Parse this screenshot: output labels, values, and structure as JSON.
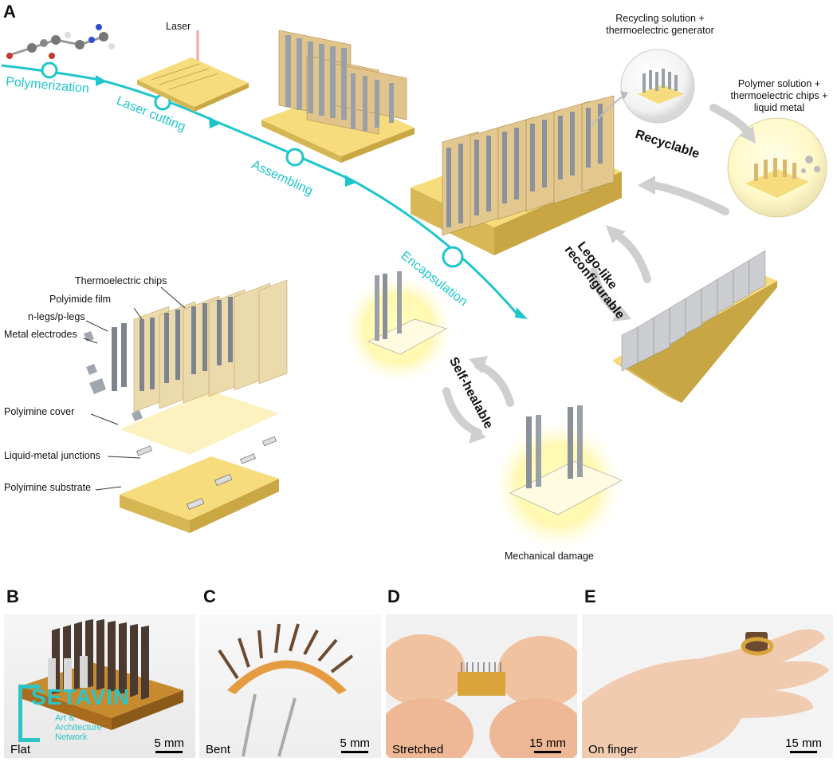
{
  "panels": {
    "a": "A",
    "b": "B",
    "c": "C",
    "d": "D",
    "e": "E"
  },
  "process_steps": [
    "Polymerization",
    "Laser cutting",
    "Assembling",
    "Encapsulation"
  ],
  "labels": {
    "laser": "Laser",
    "recycling_solution_line1": "Recycling solution +",
    "recycling_solution_line2": "thermoelectric generator",
    "polymer_solution_line1": "Polymer solution +",
    "polymer_solution_line2": "thermoelectric chips +",
    "polymer_solution_line3": "liquid metal",
    "recyclable": "Recyclable",
    "lego_line1": "Lego-like",
    "lego_line2": "reconfigurable",
    "self_healable": "Self-healable",
    "mechanical_damage": "Mechanical damage"
  },
  "exploded_view_labels": [
    "Thermoelectric chips",
    "Polyimide film",
    "n-legs/p-legs",
    "Metal electrodes",
    "Polyimine cover",
    "Liquid-metal junctions",
    "Polyimine substrate"
  ],
  "photos": [
    {
      "caption": "Flat",
      "scale": "5 mm"
    },
    {
      "caption": "Bent",
      "scale": "5 mm"
    },
    {
      "caption": "Stretched",
      "scale": "15 mm"
    },
    {
      "caption": "On finger",
      "scale": "15 mm"
    }
  ],
  "watermark": {
    "logo": "SETAVIN",
    "line1": "Art &",
    "line2": "Architecture",
    "line3": "Network"
  },
  "colors": {
    "teal": "#1ec6cc",
    "substrate_yellow": "#f3d97a",
    "polyimide": "#d9b46b",
    "leg_gray": "#8a8f98",
    "glow": "#fff8b0"
  }
}
